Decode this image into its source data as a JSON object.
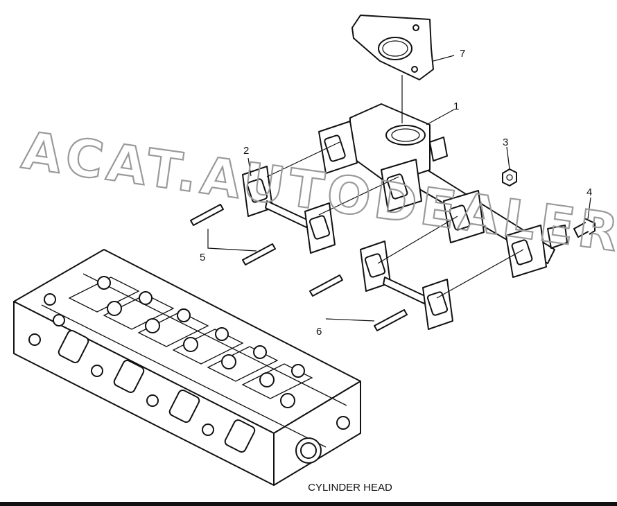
{
  "callouts": [
    "1",
    "2",
    "3",
    "4",
    "5",
    "6",
    "7"
  ],
  "caption": "CYLINDER HEAD",
  "watermark": "ACAT.AUTODEALER.RU",
  "colors": {
    "line": "#111111",
    "watermark": "#9a9a9a",
    "background": "#ffffff"
  }
}
